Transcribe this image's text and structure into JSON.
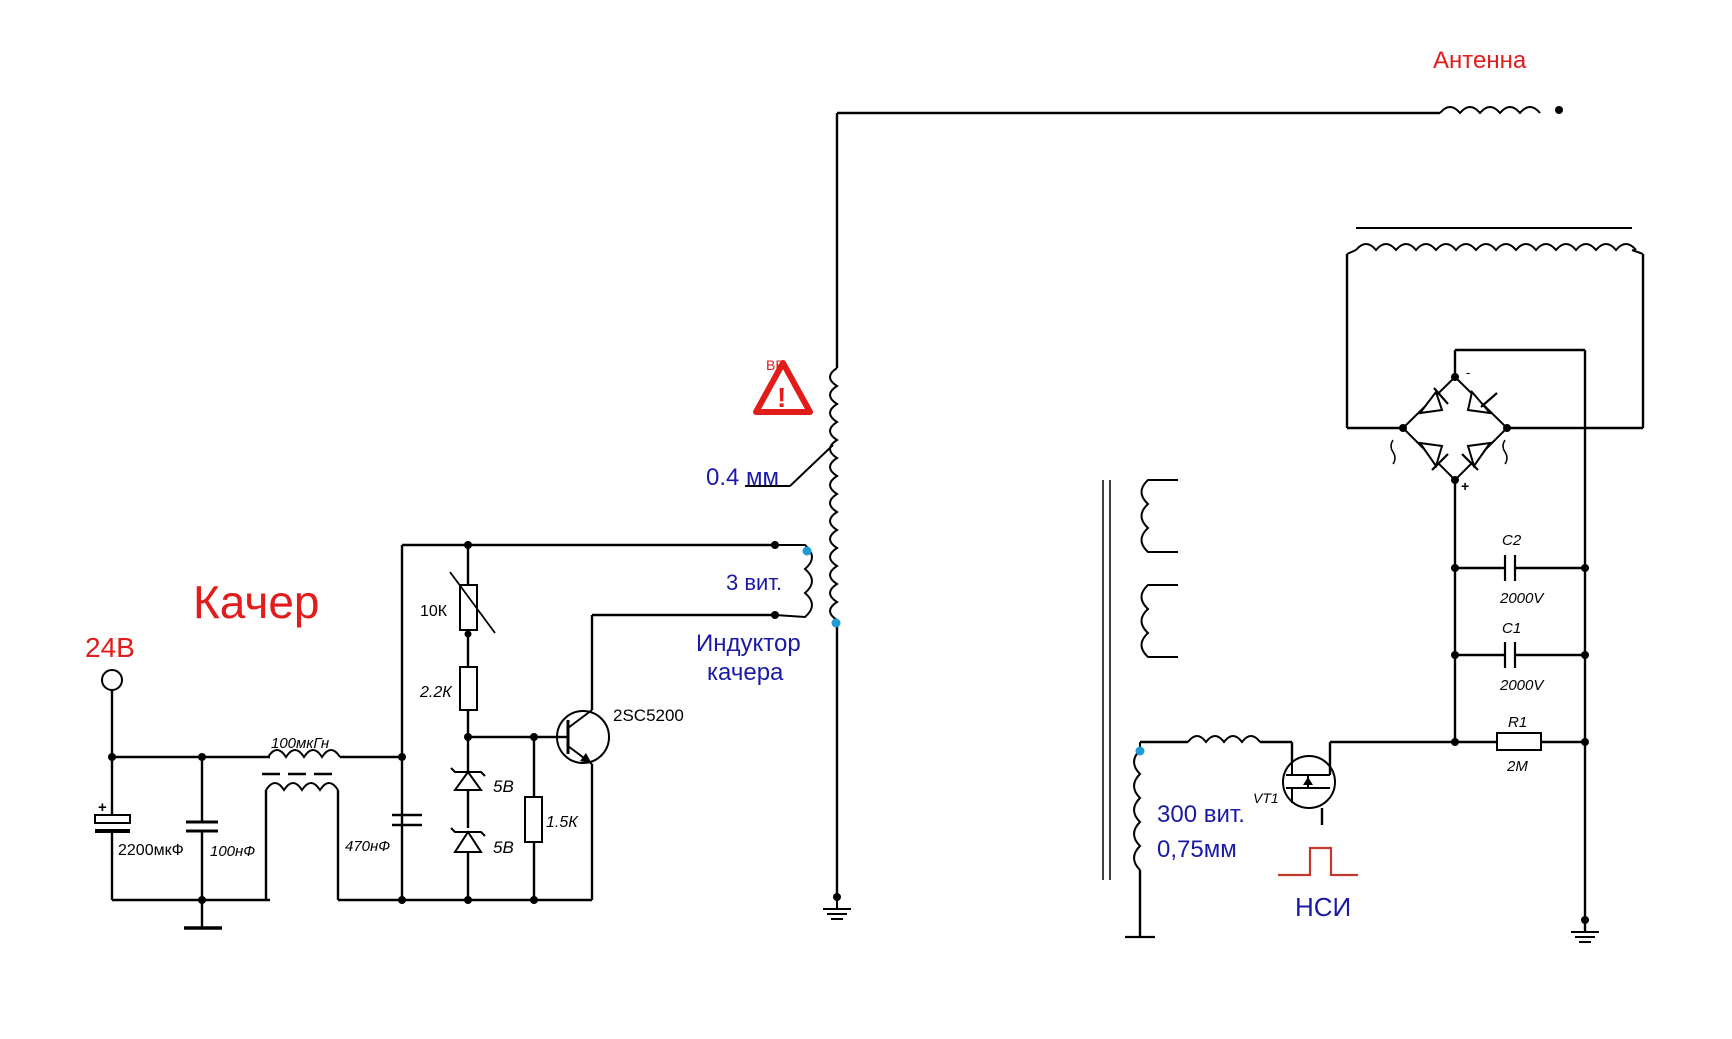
{
  "labels": {
    "title": "Качер",
    "supply": "24В",
    "antenna": "Антенна",
    "hv_mark": "ВВ",
    "hv_warning_symbol": "!",
    "wire": "0.4 мм",
    "turns3": "3 вит.",
    "inductor_line1": "Индуктор",
    "inductor_line2": "качера",
    "turns300": "300 вит.",
    "wire075": "0,75мм",
    "nsi": "НСИ",
    "transistor": "2SC5200",
    "r_10k": "10К",
    "r_22k": "2.2К",
    "r_15k": "1.5К",
    "z1": "5В",
    "z2": "5В",
    "c_2200": "2200мкФ",
    "c_100n": "100нФ",
    "c_470n": "470нФ",
    "choke": "100мкГн",
    "c2_name": "C2",
    "c2_val": "2000V",
    "c1_name": "C1",
    "c1_val": "2000V",
    "r1_name": "R1",
    "r1_val": "2M",
    "vt1": "VT1",
    "plus_cap": "+",
    "bridge_minus": "-",
    "bridge_plus": "+"
  },
  "colors": {
    "accent_red": "#e21b1b",
    "accent_blue": "#1a1aa6",
    "node_blue": "#1e9ad6"
  }
}
